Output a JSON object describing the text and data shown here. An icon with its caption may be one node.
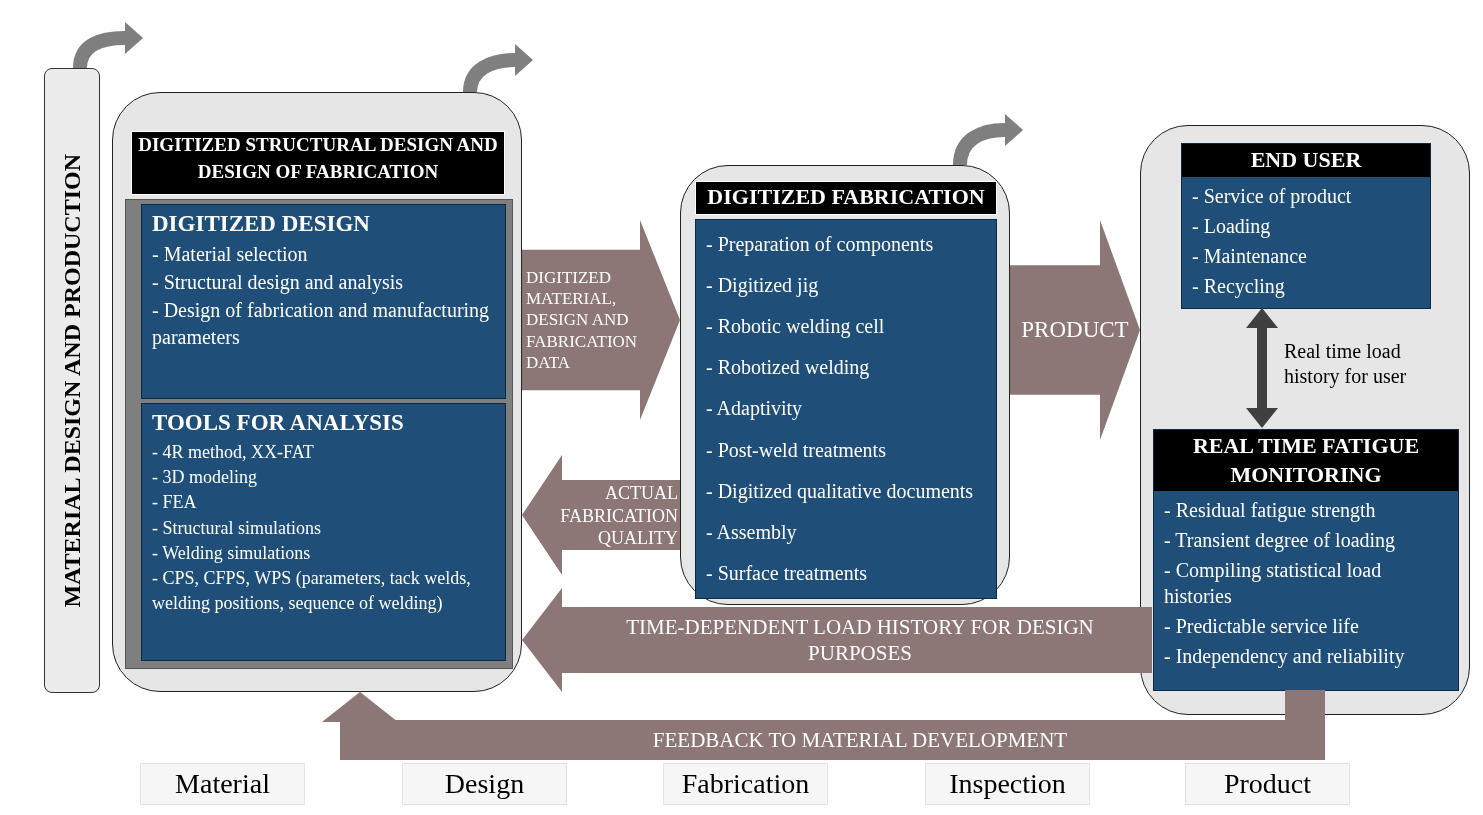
{
  "diagram": {
    "nodes": [
      {
        "text": [
          "MATERIAL DESIGN AND PRODUCTION"
        ]
      },
      {
        "text": [
          "DIGITIZED STRUCTURAL DESIGN AND DESIGN OF FABRICATION"
        ]
      },
      {
        "text": [
          "DIGITIZED DESIGN",
          "- Material selection",
          "- Structural design and analysis",
          "- Design of fabrication and manufacturing parameters"
        ],
        "in": 1
      },
      {
        "text": [
          "TOOLS FOR ANALYSIS",
          "- 4R method, XX-FAT",
          "- 3D modeling",
          "- FEA",
          "- Structural simulations",
          "- Welding simulations",
          "- CPS, CFPS, WPS (parameters, tack welds, welding positions, sequence of welding)"
        ],
        "in": 1
      },
      {
        "text": [
          "DIGITIZED FABRICATION"
        ]
      },
      {
        "text": [
          "- Preparation of components",
          "- Digitized jig",
          "- Robotic welding cell",
          "- Robotized welding",
          "- Adaptivity",
          "- Post-weld treatments",
          "- Digitized qualitative documents",
          "- Assembly",
          "- Surface treatments"
        ],
        "in": 4
      },
      {
        "text": [],
        "shape": "box"
      },
      {
        "text": [
          "END USER",
          "- Service of product",
          "- Loading",
          "- Maintenance",
          "- Recycling"
        ],
        "in": 6
      },
      {
        "text": [
          "REAL TIME FATIGUE MONITORING",
          "- Residual fatigue strength",
          "- Transient degree of loading",
          "- Compiling statistical load histories",
          "- Predictable service life",
          "- Independency and reliability"
        ],
        "in": 6
      }
    ],
    "edges": [
      {
        "from": 1,
        "to": 4,
        "arrow": "to",
        "label": "DIGITIZED MATERIAL, DESIGN AND FABRICATION DATA",
        "style": "thick"
      },
      {
        "from": 4,
        "to": 1,
        "arrow": "to",
        "label": "ACTUAL FABRICATION QUALITY"
      },
      {
        "from": 4,
        "to": 6,
        "arrow": "to",
        "label": "PRODUCT",
        "style": "thick"
      },
      {
        "from": 7,
        "to": 8,
        "arrow": "both",
        "label": "Real time load history for user",
        "color": "#404040"
      },
      {
        "from": 8,
        "to": 1,
        "arrow": "to",
        "label": "TIME-DEPENDENT LOAD HISTORY FOR DESIGN PURPOSES"
      },
      {
        "from": 8,
        "to": 1,
        "arrow": "to",
        "label": "FEEDBACK TO MATERIAL DEVELOPMENT"
      }
    ],
    "labels": [
      "Material",
      "Design",
      "Fabrication",
      "Inspection",
      "Product"
    ]
  }
}
